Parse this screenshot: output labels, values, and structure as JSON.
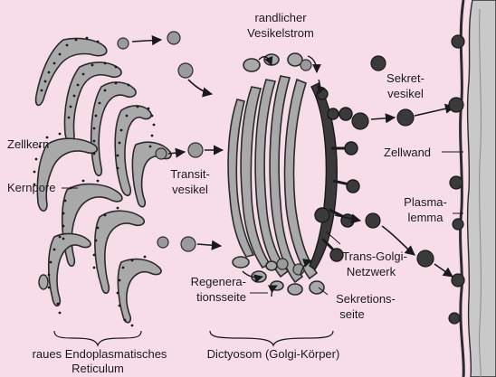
{
  "colors": {
    "background": "#f7dde7",
    "membrane_fill": "#a9a9a9",
    "membrane_stroke": "#2b2b2b",
    "ribosome": "#1a1a1a",
    "vesicle_dark": "#3a3a3a",
    "vesicle_light": "#9a9a9a",
    "arrow": "#1a1a1a",
    "text": "#1a1a1a"
  },
  "labels": {
    "randlicher_line1": "randlicher",
    "randlicher_line2": "Vesikelstrom",
    "sekret_line1": "Sekret-",
    "sekret_line2": "vesikel",
    "zellkern": "Zellkern",
    "kernpore": "Kernpore",
    "transit_line1": "Transit-",
    "transit_line2": "vesikel",
    "zellwand": "Zellwand",
    "plasma_line1": "Plasma-",
    "plasma_line2": "lemma",
    "transgolgi_line1": "Trans-Golgi-",
    "transgolgi_line2": "Netzwerk",
    "regen_line1": "Regenera-",
    "regen_line2": "tionsseite",
    "sekretion_line1": "Sekretions-",
    "sekretion_line2": "seite",
    "er_line1": "raues Endoplasmatisches",
    "er_line2": "Reticulum",
    "dictyosom": "Dictyosom (Golgi-Körper)"
  },
  "icons": {
    "vesicle": "circle-vesicle",
    "ribosome": "dot-ribosome",
    "arrow": "arrow-right"
  }
}
